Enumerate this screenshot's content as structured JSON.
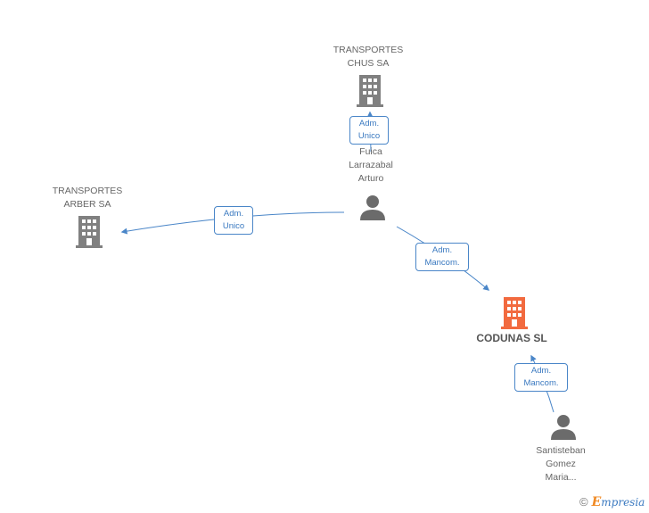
{
  "nodes": {
    "chus": {
      "label1": "TRANSPORTES",
      "label2": "CHUS SA",
      "icon": "building-icon"
    },
    "arber": {
      "label1": "TRANSPORTES",
      "label2": "ARBER SA",
      "icon": "building-icon"
    },
    "fuica": {
      "label1": "Fuica",
      "label2": "Larrazabal",
      "label3": "Arturo",
      "icon": "person-icon"
    },
    "codunas": {
      "label1": "CODUNAS SL",
      "icon": "building-icon",
      "color": "#f26a3f"
    },
    "santisteban": {
      "label1": "Santisteban",
      "label2": "Gomez",
      "label3": "Maria...",
      "icon": "person-icon"
    }
  },
  "edges": {
    "fuica_chus": {
      "line1": "Adm.",
      "line2": "Unico"
    },
    "fuica_arber": {
      "line1": "Adm.",
      "line2": "Unico"
    },
    "fuica_codunas": {
      "line1": "Adm.",
      "line2": "Mancom."
    },
    "santisteban_codunas": {
      "line1": "Adm.",
      "line2": "Mancom."
    }
  },
  "colors": {
    "edge": "#4a86c8",
    "building": "#808080",
    "focus_building": "#f26a3f",
    "person": "#6b6b6b"
  },
  "footer": {
    "copyright": "©",
    "brand_initial": "E",
    "brand_rest": "mpresia"
  }
}
